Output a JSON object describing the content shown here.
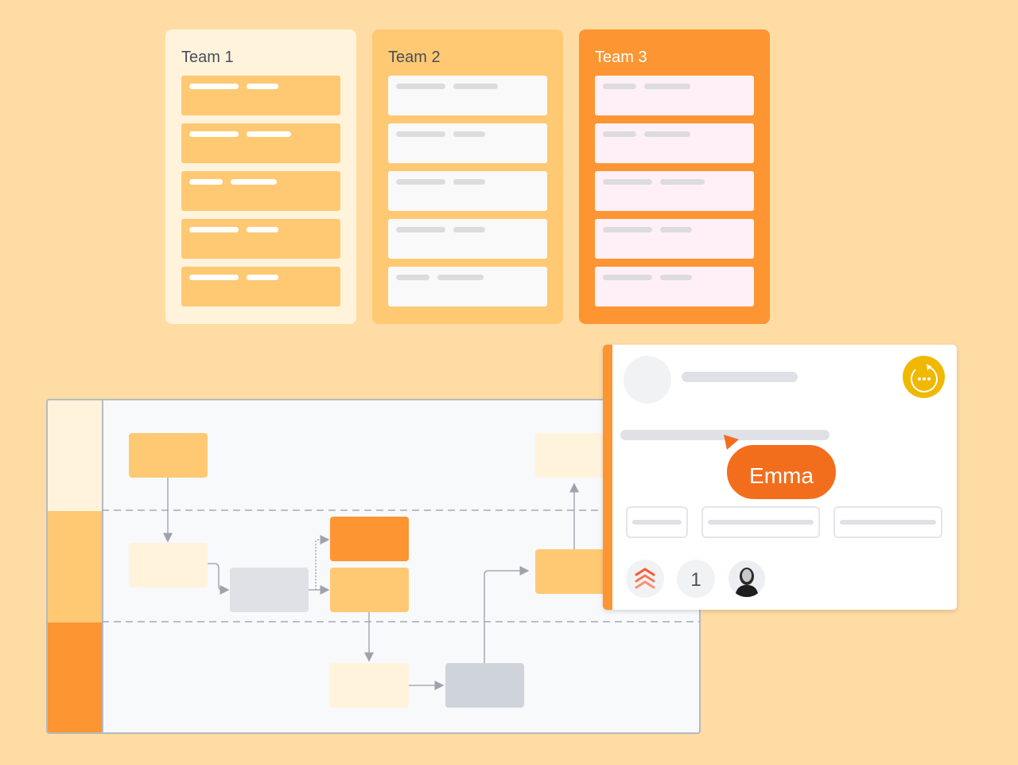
{
  "board": {
    "columns": [
      {
        "title": "Team 1",
        "bg": "#fff3dc",
        "card": "#ffc973",
        "barColor": "#ffffff",
        "titleColor": "#4a4e57",
        "bars": [
          [
            62,
            40
          ],
          [
            62,
            56
          ],
          [
            42,
            58
          ],
          [
            62,
            40
          ],
          [
            62,
            40
          ]
        ]
      },
      {
        "title": "Team 2",
        "bg": "#ffc973",
        "card": "#f9f9f9",
        "barColor": "#dcdcdc",
        "titleColor": "#4a4e57",
        "bars": [
          [
            62,
            56
          ],
          [
            62,
            40
          ],
          [
            62,
            40
          ],
          [
            62,
            40
          ],
          [
            42,
            58
          ]
        ]
      },
      {
        "title": "Team 3",
        "bg": "#fc9532",
        "card": "#fff0f8",
        "barColor": "#dcdcdc",
        "titleColor": "#ffffff",
        "bars": [
          [
            42,
            58
          ],
          [
            42,
            58
          ],
          [
            62,
            56
          ],
          [
            62,
            40
          ],
          [
            62,
            40
          ]
        ]
      }
    ]
  },
  "card": {
    "cursor_label": "Emma",
    "count": "1",
    "icons": [
      "priority-highest-icon",
      "sync-comment-icon"
    ]
  }
}
